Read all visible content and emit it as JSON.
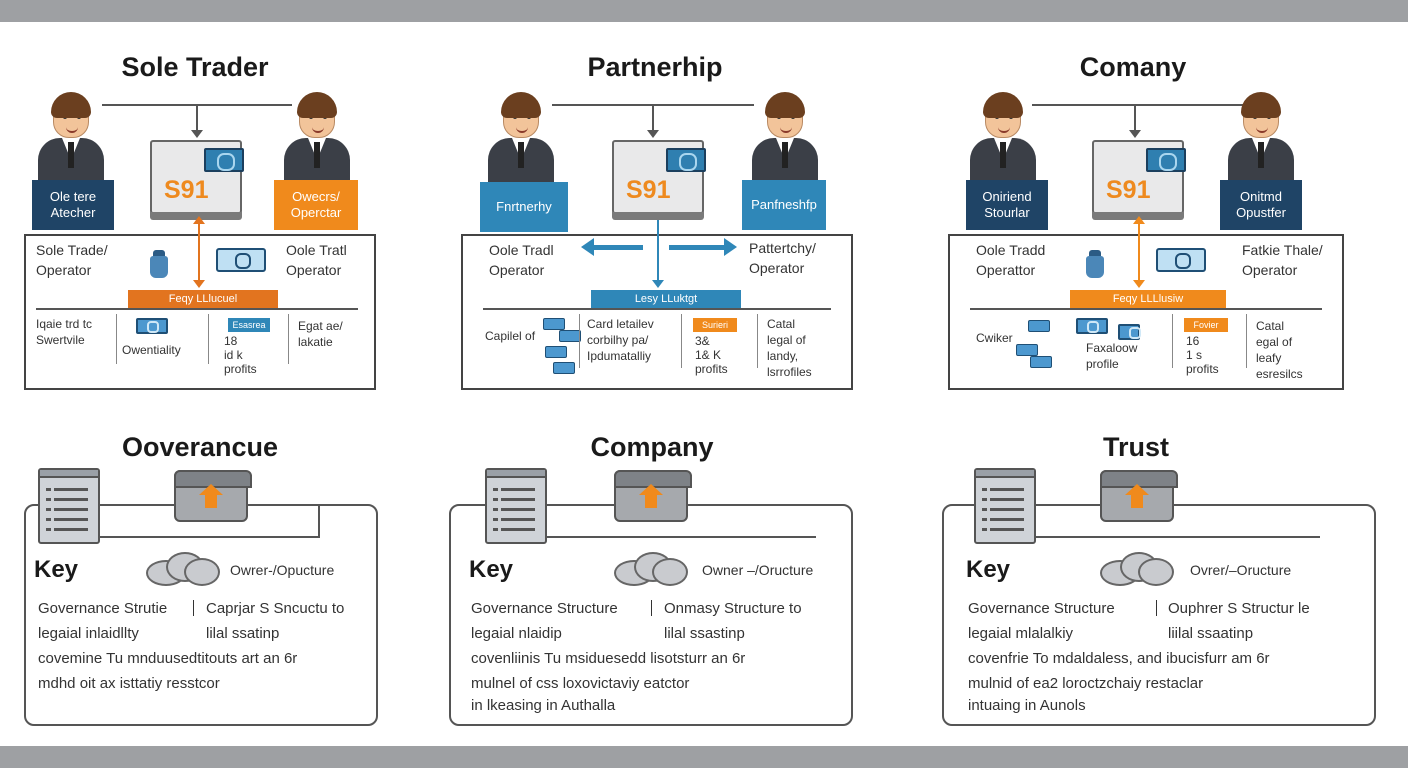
{
  "colors": {
    "navy": "#1f4466",
    "orange": "#f08a1c",
    "orange_dark": "#e2741f",
    "blue": "#2f87b8",
    "blue_dark": "#1d5f8c",
    "border": "#444444",
    "bar": "#9ea0a3"
  },
  "top_panels": [
    {
      "title": "Sole Trader",
      "left_person_label": "Ole tere\nAtecher",
      "right_person_label": "Owecrs/\nOperctar",
      "amount": "S91",
      "box_left_label": "Sole Trade/\nOperator",
      "box_right_label": "Oole Tratl\nOperator",
      "band_label": "Feqy LLlucuel",
      "cell_1": "Iqaie trd tc\nSwertvile",
      "cell_2": "Owentiality",
      "cell_3_tag": "Esasrea",
      "cell_3": "18\nid k\nprofits",
      "cell_4": "Egat ae/\nlakatie"
    },
    {
      "title": "Partnerhip",
      "left_person_label": "Fnrtnerhy",
      "right_person_label": "Panfneshfp",
      "amount": "S91",
      "box_left_label": "Oole Tradl\nOperator",
      "box_right_label": "Pattertchy/\nOperator",
      "band_label": "Lesy LLuktgt",
      "cell_1": "Capilel of",
      "cell_2": "Card letailev\ncorbilhy pa/\nIpdumatalliy",
      "cell_3_tag": "Surieri",
      "cell_3": "3&\n1& K\nprofits",
      "cell_4": "Catal\nlegal of\nlandy,\nlsrrofiles"
    },
    {
      "title": "Comany",
      "left_person_label": "Oniriend\nStourlar",
      "right_person_label": "Onitmd\nOpustfer",
      "amount": "S91",
      "box_left_label": "Oole Tradd\nOperattor",
      "box_right_label": "Fatkie Thale/\nOperator",
      "band_label": "Feqy LLLlusiw",
      "cell_1": "Cwiker",
      "cell_2": "Faxaloow\nprofile",
      "cell_3_tag": "Fovier",
      "cell_3": "16\n1 s\nprofits",
      "cell_4": "Catal\negal of\nleafy\nesresilcs"
    }
  ],
  "bottom_panels": [
    {
      "title": "Ooverancue",
      "key": "Key",
      "key_label": "Owrer-/Opucture",
      "lines": [
        "Governance Strutie",
        "Caprjar S Sncuctu to",
        "legaial inlaidllty",
        "lilal ssatinp",
        "covemine Tu mnduusedtitouts art an 6r",
        "mdhd oit ax isttatiy resstcor"
      ]
    },
    {
      "title": "Company",
      "key": "Key",
      "key_label": "Owner –/Oructure",
      "lines": [
        "Governance Structure",
        "Onmasy Structure to",
        "legaial nlaidip",
        "lilal ssastinp",
        "covenliinis Tu msiduesedd lisotsturr an 6r",
        "mulnel of css loxovictaviy eatctor",
        "in lkeasing in Authalla"
      ]
    },
    {
      "title": "Trust",
      "key": "Key",
      "key_label": "Ovrer/–Oructure",
      "lines": [
        "Governance Structure",
        "Ouphrer S Structur le",
        "legaial mlalalkiy",
        "liilal ssaatinp",
        "covenfrie To mdaldaless, and ibucisfurr am 6r",
        "mulnid of ea2 loroctzchaiy restaclar",
        "intuaing in Aunols"
      ]
    }
  ]
}
